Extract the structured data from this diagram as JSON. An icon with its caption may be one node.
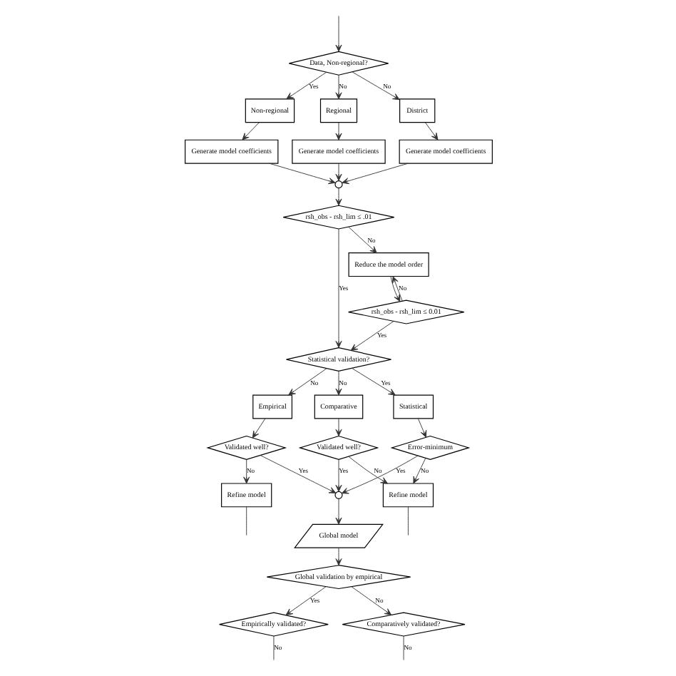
{
  "diagram": {
    "nodes": [
      {
        "text": [
          "Data, Non-regional?"
        ]
      },
      {
        "text": [
          "Non-regional"
        ]
      },
      {
        "text": [
          "District"
        ]
      },
      {
        "text": [
          "Regional"
        ]
      },
      {
        "text": [
          "Generate model coefficients"
        ]
      },
      {
        "text": [
          "Generate model coefficients"
        ]
      },
      {
        "text": [
          "Generate model coefficients"
        ]
      },
      {
        "text": [],
        "shape": "circle"
      },
      {
        "text": [
          "rsh_obs - rsh_lim ≤ .01"
        ]
      },
      {
        "text": [
          "Reduce the model order"
        ]
      },
      {
        "text": [
          "rsh_obs - rsh_lim ≤ 0.01"
        ]
      },
      {
        "text": [
          "Statistical validation?"
        ]
      },
      {
        "text": [
          "Empirical"
        ]
      },
      {
        "text": [
          "Statistical"
        ]
      },
      {
        "text": [
          "Comparative"
        ]
      },
      {
        "text": [
          "Validated well?"
        ]
      },
      {
        "text": [
          "Refine model"
        ]
      },
      {
        "text": [
          "Error-minimum"
        ]
      },
      {
        "text": [
          "Refine model"
        ]
      },
      {
        "text": [
          "Validated well?"
        ]
      },
      {
        "text": [],
        "shape": "circle"
      },
      {
        "text": [
          "Global model"
        ]
      },
      {
        "text": [
          "Global validation by empirical"
        ]
      },
      {
        "text": [
          "Empirically validated?"
        ]
      },
      {
        "text": [
          "Comparatively validated?"
        ]
      }
    ],
    "edges": [
      {
        "from": null,
        "to": 0,
        "arrow": "to"
      },
      {
        "from": 0,
        "to": 1,
        "arrow": "to",
        "label": "Yes"
      },
      {
        "from": 0,
        "to": 2,
        "arrow": "to",
        "label": "No"
      },
      {
        "from": 0,
        "to": 3,
        "arrow": "to",
        "label": "No"
      },
      {
        "from": 1,
        "to": 4,
        "arrow": "to"
      },
      {
        "from": 3,
        "to": 5,
        "arrow": "to"
      },
      {
        "from": 2,
        "to": 6,
        "arrow": "to"
      },
      {
        "from": 4,
        "to": 7,
        "arrow": "to"
      },
      {
        "from": 5,
        "to": 7,
        "arrow": "to"
      },
      {
        "from": 6,
        "to": 7,
        "arrow": "to"
      },
      {
        "from": 7,
        "to": 8,
        "arrow": "to"
      },
      {
        "from": 8,
        "to": 9,
        "arrow": "to",
        "label": "No"
      },
      {
        "from": 9,
        "to": 10,
        "arrow": "to"
      },
      {
        "from": 10,
        "to": 9,
        "arrow": "to",
        "label": "No"
      },
      {
        "from": 8,
        "to": 11,
        "arrow": "to",
        "label": "Yes"
      },
      {
        "from": 10,
        "to": 11,
        "arrow": "to",
        "label": "Yes"
      },
      {
        "from": 11,
        "to": 12,
        "arrow": "to",
        "label": "No"
      },
      {
        "from": 11,
        "to": 13,
        "arrow": "to",
        "label": "Yes"
      },
      {
        "from": 11,
        "to": 14,
        "arrow": "to",
        "label": "No"
      },
      {
        "from": 12,
        "to": 15,
        "arrow": "to"
      },
      {
        "from": 13,
        "to": 17,
        "arrow": "to"
      },
      {
        "from": 14,
        "to": 19,
        "arrow": "to"
      },
      {
        "from": 15,
        "to": 16,
        "arrow": "to",
        "label": "No"
      },
      {
        "from": 16,
        "to": null,
        "arrow": "none"
      },
      {
        "from": 17,
        "to": 18,
        "arrow": "to",
        "label": "No"
      },
      {
        "from": 19,
        "to": 18,
        "arrow": "to",
        "label": "No"
      },
      {
        "from": 18,
        "to": null,
        "arrow": "none"
      },
      {
        "from": 15,
        "to": 20,
        "arrow": "to",
        "label": "Yes"
      },
      {
        "from": 19,
        "to": 20,
        "arrow": "to",
        "label": "Yes"
      },
      {
        "from": 17,
        "to": 20,
        "arrow": "to",
        "label": "Yes"
      },
      {
        "from": 20,
        "to": 21,
        "arrow": "to"
      },
      {
        "from": 21,
        "to": 22,
        "arrow": "to"
      },
      {
        "from": 22,
        "to": 23,
        "arrow": "to",
        "label": "Yes"
      },
      {
        "from": 22,
        "to": 24,
        "arrow": "to",
        "label": "No"
      },
      {
        "from": 23,
        "to": null,
        "arrow": "none",
        "label": "No"
      },
      {
        "from": 24,
        "to": null,
        "arrow": "none",
        "label": "No"
      }
    ]
  }
}
